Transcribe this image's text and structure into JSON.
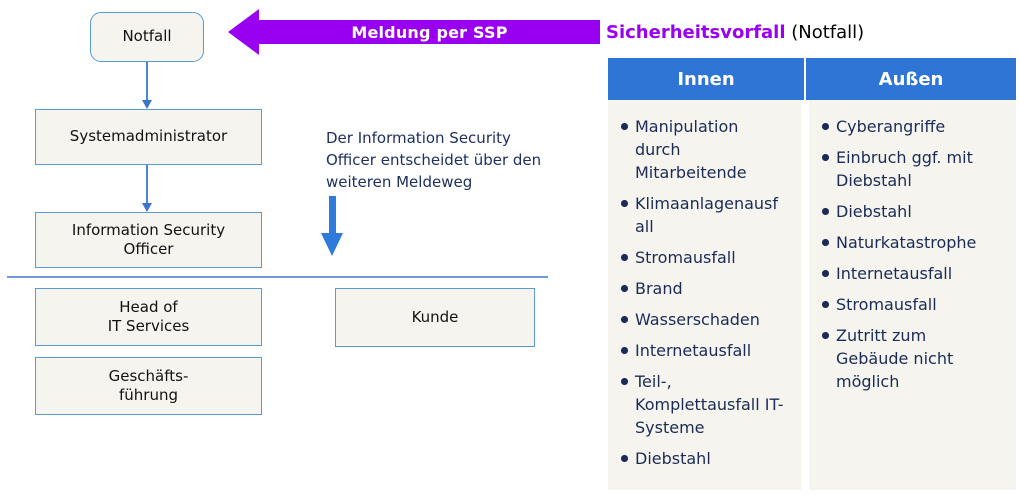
{
  "colors": {
    "accent_purple": "#9900F0",
    "table_header_blue": "#2E75D6",
    "navy_text": "#1B2B55",
    "box_border_blue": "#5B9BD5",
    "box_fill": "#F5F4EF"
  },
  "flowchart": {
    "boxes": {
      "notfall": {
        "label": "Notfall"
      },
      "systemadministrator": {
        "label": "Systemadministrator"
      },
      "information_security_officer": {
        "label": "Information Security\nOfficer"
      },
      "head_of_it_services": {
        "label": "Head of\nIT Services"
      },
      "geschaeftsfuehrung": {
        "label": "Geschäfts-\nführung"
      },
      "kunde": {
        "label": "Kunde"
      }
    },
    "annotation": "Der Information Security\nOfficer entscheidet über den\nweiteren Meldeweg"
  },
  "ssp_arrow": {
    "label": "Meldung per SSP"
  },
  "title": {
    "highlight": "Sicherheitsvorfall",
    "suffix": " (Notfall)"
  },
  "incident_table": {
    "columns": [
      {
        "header": "Innen",
        "items": [
          "Manipulation durch Mitarbeitende",
          "Klimaanlagenausfall",
          "Stromausfall",
          "Brand",
          "Wasserschaden",
          "Internetausfall",
          "Teil-, Komplettausfall IT-Systeme",
          "Diebstahl"
        ]
      },
      {
        "header": "Außen",
        "items": [
          "Cyberangriffe",
          "Einbruch ggf. mit Diebstahl",
          "Diebstahl",
          "Naturkatastrophe",
          "Internetausfall",
          "Stromausfall",
          "Zutritt zum Gebäude nicht möglich"
        ]
      }
    ]
  }
}
